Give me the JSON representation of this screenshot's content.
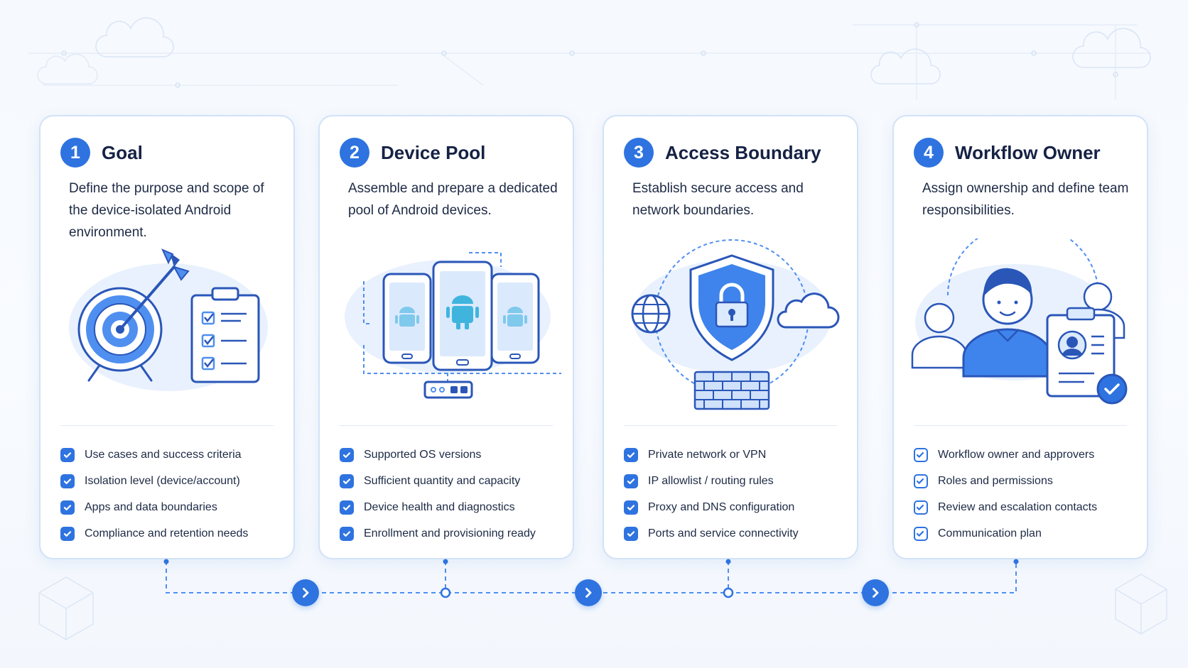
{
  "colors": {
    "accent": "#2e73e0",
    "light_accent": "#dce9fb",
    "card_border": "#d2e2f7",
    "text": "#16233f"
  },
  "cards": [
    {
      "number": "1",
      "title": "Goal",
      "description": "Define the purpose and scope of the device-isolated Android environment.",
      "illustration_icon": "target-with-checklist-icon",
      "items": [
        "Use cases and success criteria",
        "Isolation level (device/account)",
        "Apps and data boundaries",
        "Compliance and retention needs"
      ]
    },
    {
      "number": "2",
      "title": "Device Pool",
      "description": "Assemble and prepare a dedicated pool of Android devices.",
      "illustration_icon": "android-devices-icon",
      "items": [
        "Supported OS versions",
        "Sufficient quantity and capacity",
        "Device health and diagnostics",
        "Enrollment and provisioning ready"
      ]
    },
    {
      "number": "3",
      "title": "Access Boundary",
      "description": "Establish secure access and network boundaries.",
      "illustration_icon": "security-shield-icon",
      "items": [
        "Private network or VPN",
        "IP allowlist / routing rules",
        "Proxy and DNS configuration",
        "Ports and service connectivity"
      ]
    },
    {
      "number": "4",
      "title": "Workflow Owner",
      "description": "Assign ownership and define team responsibilities.",
      "illustration_icon": "team-owner-icon",
      "items": [
        "Workflow owner and approvers",
        "Roles and permissions",
        "Review and escalation contacts",
        "Communication plan"
      ]
    }
  ],
  "connector": {
    "arrow_icon": "chevron-right-icon"
  }
}
